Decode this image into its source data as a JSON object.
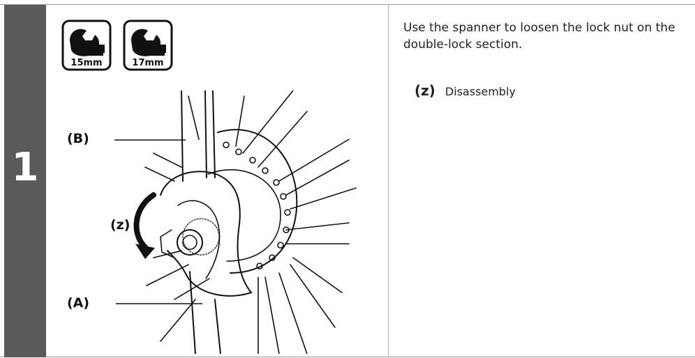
{
  "step": {
    "number": "1"
  },
  "tools": [
    {
      "icon": "spanner-icon",
      "size": "15mm"
    },
    {
      "icon": "spanner-icon",
      "size": "17mm"
    }
  ],
  "figure": {
    "labels": {
      "b": "(B)",
      "z": "(z)",
      "a": "(A)"
    },
    "arrow": "rotation-arrow-icon"
  },
  "instruction": {
    "text": "Use the spanner to loosen the lock nut on the double-lock section."
  },
  "legend": [
    {
      "key": "(z)",
      "text": "Disassembly"
    }
  ],
  "colors": {
    "step_bar": "#5a5a5a",
    "rule": "#9a9a9a"
  }
}
